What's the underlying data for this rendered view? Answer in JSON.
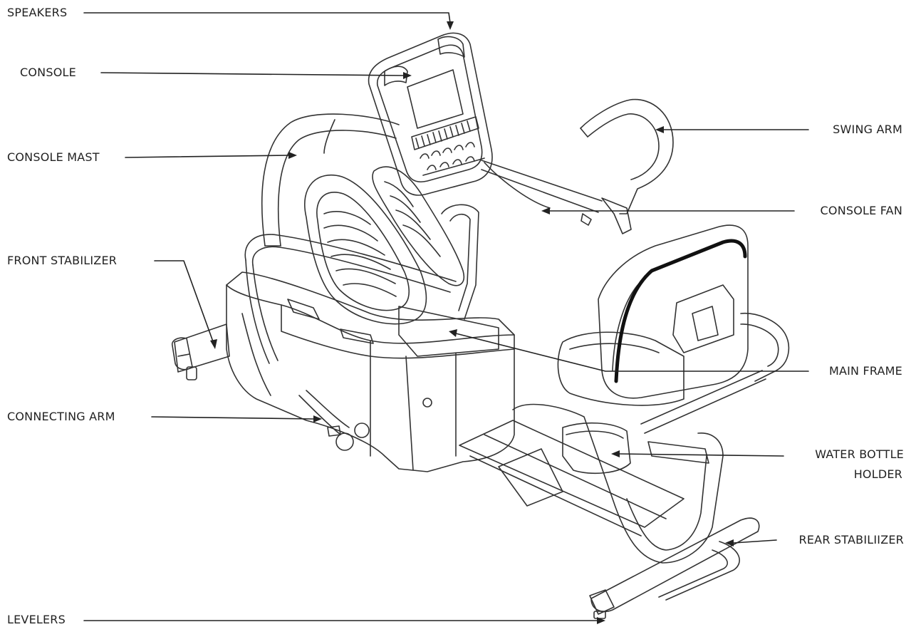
{
  "labels": {
    "speakers": "SPEAKERS",
    "console": "CONSOLE",
    "console_mast": "CONSOLE MAST",
    "front_stabilizer": "FRONT STABILIZER",
    "connecting_arm": "CONNECTING ARM",
    "levelers": "LEVELERS",
    "swing_arm": "SWING ARM",
    "console_fan": "CONSOLE FAN",
    "main_frame": "MAIN FRAME",
    "water_bottle_holder_line1": "WATER BOTTLE",
    "water_bottle_holder_line2": "HOLDER",
    "rear_stabilizer": "REAR STABILIIZER"
  },
  "colors": {
    "ink": "#222222",
    "line": "#333333",
    "seat_accent": "#111111"
  }
}
